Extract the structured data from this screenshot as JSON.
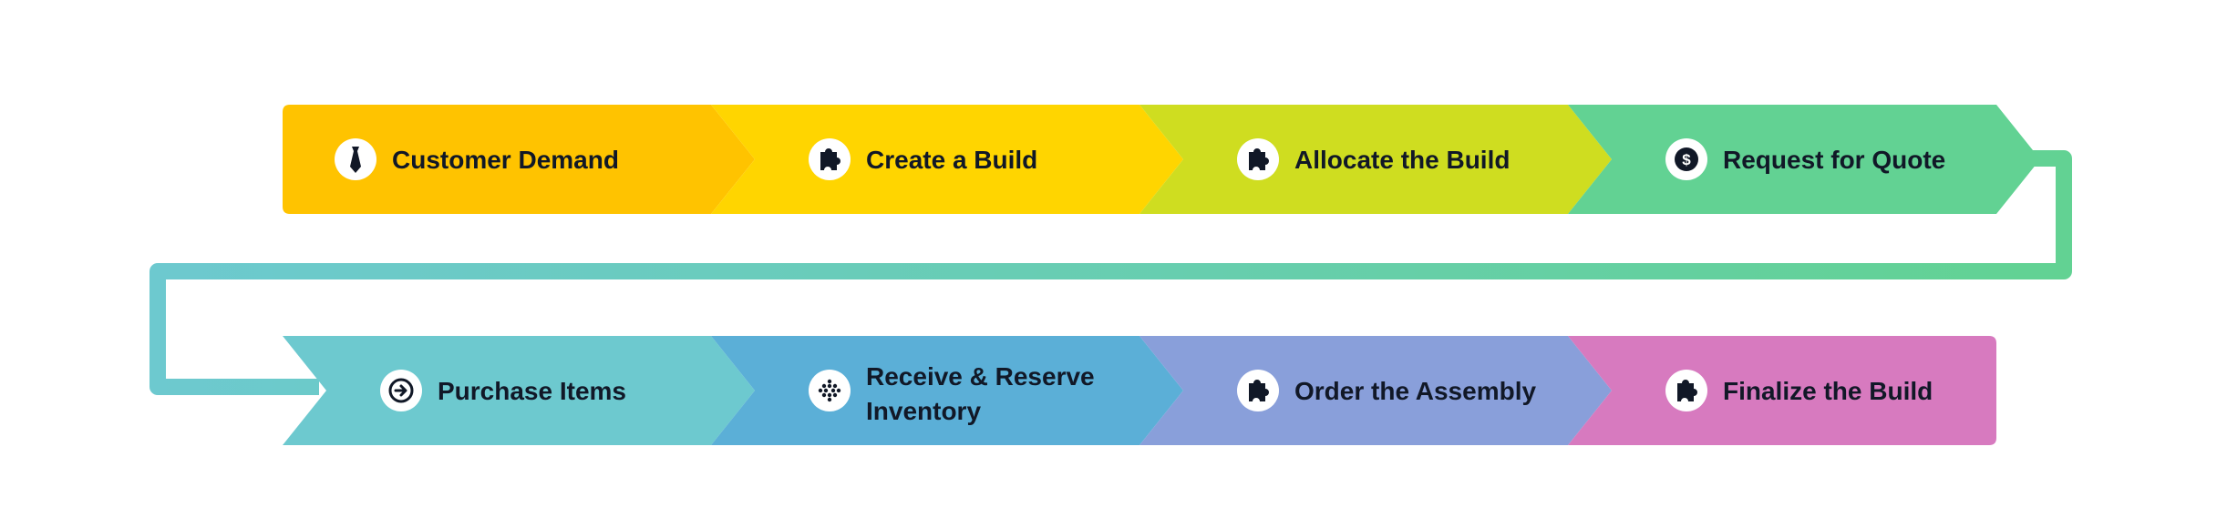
{
  "steps": [
    {
      "label": [
        "Customer Demand"
      ],
      "icon": "necktie-icon",
      "color": "#FFC300"
    },
    {
      "label": [
        "Create a Build"
      ],
      "icon": "puzzle-piece-icon",
      "color": "#FFD500"
    },
    {
      "label": [
        "Allocate the Build"
      ],
      "icon": "puzzle-piece-icon",
      "color": "#CFDD20"
    },
    {
      "label": [
        "Request for Quote"
      ],
      "icon": "dollar-coin-icon",
      "color": "#62D293"
    },
    {
      "label": [
        "Purchase Items"
      ],
      "icon": "arrow-right-circle-icon",
      "color": "#6DC9CF"
    },
    {
      "label": [
        "Receive & Reserve",
        "Inventory"
      ],
      "icon": "dots-grid-icon",
      "color": "#5BAFD7"
    },
    {
      "label": [
        "Order the Assembly"
      ],
      "icon": "puzzle-piece-icon",
      "color": "#899FDA"
    },
    {
      "label": [
        "Finalize the Build"
      ],
      "icon": "puzzle-piece-icon",
      "color": "#D77ABF"
    }
  ],
  "connector": {
    "start_color": "#6DC9CF",
    "end_color": "#62D293"
  },
  "colors": {
    "text": "#111827",
    "icon_bg": "#ffffff",
    "icon_fg": "#111827"
  }
}
